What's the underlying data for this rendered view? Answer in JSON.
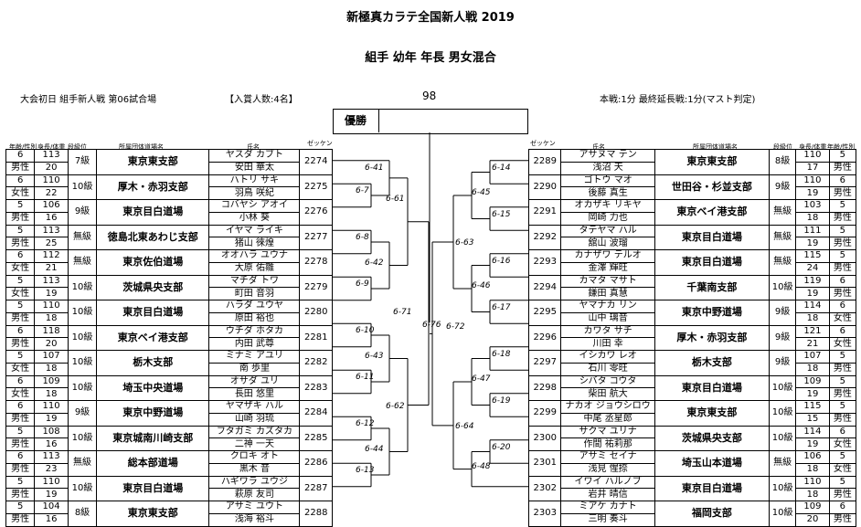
{
  "title": "新極真カラテ全国新人戦 2019",
  "subtitle": "組手 幼年 年長 男女混合",
  "info": {
    "day": "大会初日 組手新人戦 第06試合場",
    "winners": "【入賞人数:4名】",
    "number": "98",
    "time": "本戦:1分 最終延長戦:1分(マスト判定)"
  },
  "champion_label": "優勝",
  "headers": {
    "left": {
      "age": "年齢/性別",
      "body": "身長/体重",
      "grade": "段級位",
      "dojo": "所属団体道場名",
      "name": "氏名",
      "zekken": "ゼッケン"
    },
    "right": {
      "zekken": "ゼッケン",
      "name": "氏名",
      "dojo": "所属団体道場名",
      "grade": "段級位",
      "body": "身長/体重",
      "age": "年齢/性別"
    }
  },
  "left_players": [
    {
      "age": "6",
      "sex": "男性",
      "h": "113",
      "w": "20",
      "grade": "7級",
      "dojo": "東京東支部",
      "kana": "ヤスダ カブト",
      "kanji": "安田 華太",
      "zekken": "2274"
    },
    {
      "age": "6",
      "sex": "女性",
      "h": "110",
      "w": "22",
      "grade": "10級",
      "dojo": "厚木・赤羽支部",
      "kana": "ハトリ サキ",
      "kanji": "羽鳥 咲紀",
      "zekken": "2275"
    },
    {
      "age": "5",
      "sex": "男性",
      "h": "106",
      "w": "16",
      "grade": "9級",
      "dojo": "東京目白道場",
      "kana": "コバヤシ アオイ",
      "kanji": "小林 葵",
      "zekken": "2276"
    },
    {
      "age": "5",
      "sex": "男性",
      "h": "113",
      "w": "25",
      "grade": "無級",
      "dojo": "徳島北東あわじ支部",
      "kana": "イヤマ ライキ",
      "kanji": "猪山 徠煌",
      "zekken": "2277"
    },
    {
      "age": "6",
      "sex": "女性",
      "h": "112",
      "w": "21",
      "grade": "無級",
      "dojo": "東京佐伯道場",
      "kana": "オオハラ ユウナ",
      "kanji": "大原 佑雛",
      "zekken": "2278"
    },
    {
      "age": "5",
      "sex": "女性",
      "h": "113",
      "w": "19",
      "grade": "10級",
      "dojo": "茨城県央支部",
      "kana": "マチダ トワ",
      "kanji": "町田 音羽",
      "zekken": "2279"
    },
    {
      "age": "5",
      "sex": "男性",
      "h": "110",
      "w": "18",
      "grade": "10級",
      "dojo": "東京目白道場",
      "kana": "ハラダ ユウヤ",
      "kanji": "原田 裕也",
      "zekken": "2280"
    },
    {
      "age": "6",
      "sex": "男性",
      "h": "118",
      "w": "20",
      "grade": "10級",
      "dojo": "東京ベイ港支部",
      "kana": "ウチダ ホタカ",
      "kanji": "内田 武尊",
      "zekken": "2281"
    },
    {
      "age": "5",
      "sex": "女性",
      "h": "107",
      "w": "18",
      "grade": "10級",
      "dojo": "栃木支部",
      "kana": "ミナミ アユリ",
      "kanji": "南 歩里",
      "zekken": "2282"
    },
    {
      "age": "6",
      "sex": "女性",
      "h": "109",
      "w": "18",
      "grade": "10級",
      "dojo": "埼玉中央道場",
      "kana": "オサダ ユリ",
      "kanji": "長田 悠里",
      "zekken": "2283"
    },
    {
      "age": "6",
      "sex": "男性",
      "h": "110",
      "w": "19",
      "grade": "9級",
      "dojo": "東京中野道場",
      "kana": "ヤマザキ ハル",
      "kanji": "山崎 羽琉",
      "zekken": "2284"
    },
    {
      "age": "5",
      "sex": "男性",
      "h": "108",
      "w": "16",
      "grade": "10級",
      "dojo": "東京城南川崎支部",
      "kana": "フタガミ カズタカ",
      "kanji": "二神 一天",
      "zekken": "2285"
    },
    {
      "age": "6",
      "sex": "男性",
      "h": "113",
      "w": "23",
      "grade": "無級",
      "dojo": "総本部道場",
      "kana": "クロキ オト",
      "kanji": "黒木 音",
      "zekken": "2286"
    },
    {
      "age": "5",
      "sex": "男性",
      "h": "110",
      "w": "19",
      "grade": "10級",
      "dojo": "東京目白道場",
      "kana": "ハギワラ ユウジ",
      "kanji": "萩原 友司",
      "zekken": "2287"
    },
    {
      "age": "5",
      "sex": "男性",
      "h": "104",
      "w": "16",
      "grade": "8級",
      "dojo": "東京東支部",
      "kana": "アサミ ユウト",
      "kanji": "浅海 裕斗",
      "zekken": "2288"
    }
  ],
  "right_players": [
    {
      "zekken": "2289",
      "kana": "アサヌマ テン",
      "kanji": "浅沼 天",
      "dojo": "東京東支部",
      "grade": "8級",
      "h": "110",
      "w": "17",
      "age": "5",
      "sex": "男性"
    },
    {
      "zekken": "2290",
      "kana": "ゴトウ マオ",
      "kanji": "後藤 真生",
      "dojo": "世田谷・杉並支部",
      "grade": "9級",
      "h": "110",
      "w": "19",
      "age": "6",
      "sex": "男性"
    },
    {
      "zekken": "2291",
      "kana": "オカザキ リキヤ",
      "kanji": "岡崎 力也",
      "dojo": "東京ベイ港支部",
      "grade": "無級",
      "h": "103",
      "w": "18",
      "age": "5",
      "sex": "男性"
    },
    {
      "zekken": "2292",
      "kana": "タテヤマ ハル",
      "kanji": "舘山 波瑠",
      "dojo": "東京目白道場",
      "grade": "無級",
      "h": "111",
      "w": "19",
      "age": "5",
      "sex": "男性"
    },
    {
      "zekken": "2293",
      "kana": "カナザワ テルオ",
      "kanji": "金澤 輝旺",
      "dojo": "東京目白道場",
      "grade": "無級",
      "h": "115",
      "w": "24",
      "age": "5",
      "sex": "男性"
    },
    {
      "zekken": "2294",
      "kana": "カマタ マサト",
      "kanji": "鎌田 真慧",
      "dojo": "千葉南支部",
      "grade": "10級",
      "h": "119",
      "w": "19",
      "age": "6",
      "sex": "男性"
    },
    {
      "zekken": "2295",
      "kana": "ヤマナカ リン",
      "kanji": "山中 璃音",
      "dojo": "東京中野道場",
      "grade": "9級",
      "h": "114",
      "w": "18",
      "age": "6",
      "sex": "女性"
    },
    {
      "zekken": "2296",
      "kana": "カワタ サチ",
      "kanji": "川田 幸",
      "dojo": "厚木・赤羽支部",
      "grade": "9級",
      "h": "121",
      "w": "21",
      "age": "6",
      "sex": "女性"
    },
    {
      "zekken": "2297",
      "kana": "イシカワ レオ",
      "kanji": "石川 零旺",
      "dojo": "栃木支部",
      "grade": "9級",
      "h": "107",
      "w": "18",
      "age": "5",
      "sex": "男性"
    },
    {
      "zekken": "2298",
      "kana": "シバタ コウタ",
      "kanji": "柴田 航大",
      "dojo": "東京目白道場",
      "grade": "10級",
      "h": "109",
      "w": "19",
      "age": "5",
      "sex": "男性"
    },
    {
      "zekken": "2299",
      "kana": "ナカオ ジョウシロウ",
      "kanji": "中尾 丞星郎",
      "dojo": "東京東支部",
      "grade": "10級",
      "h": "115",
      "w": "15",
      "age": "5",
      "sex": "男性"
    },
    {
      "zekken": "2300",
      "kana": "サクマ ユリナ",
      "kanji": "作間 祐莉那",
      "dojo": "茨城県央支部",
      "grade": "10級",
      "h": "114",
      "w": "19",
      "age": "6",
      "sex": "女性"
    },
    {
      "zekken": "2301",
      "kana": "アサミ セイナ",
      "kanji": "浅見 惺捺",
      "dojo": "埼玉山本道場",
      "grade": "無級",
      "h": "106",
      "w": "18",
      "age": "5",
      "sex": "女性"
    },
    {
      "zekken": "2302",
      "kana": "イワイ ハルノブ",
      "kanji": "岩井 晴信",
      "dojo": "東京目白道場",
      "grade": "10級",
      "h": "110",
      "w": "18",
      "age": "5",
      "sex": "男性"
    },
    {
      "zekken": "2303",
      "kana": "ミアケ カナト",
      "kanji": "三明 奏斗",
      "dojo": "福岡支部",
      "grade": "10級",
      "h": "109",
      "w": "20",
      "age": "6",
      "sex": "男性"
    }
  ],
  "match_labels": [
    "6-41",
    "6-7",
    "6-61",
    "6-8",
    "6-42",
    "6-9",
    "6-71",
    "6-76",
    "6-10",
    "6-43",
    "6-11",
    "6-62",
    "6-12",
    "6-44",
    "6-13",
    "6-14",
    "6-45",
    "6-15",
    "6-63",
    "6-16",
    "6-46",
    "6-17",
    "6-72",
    "6-18",
    "6-47",
    "6-19",
    "6-64",
    "6-20",
    "6-48"
  ]
}
